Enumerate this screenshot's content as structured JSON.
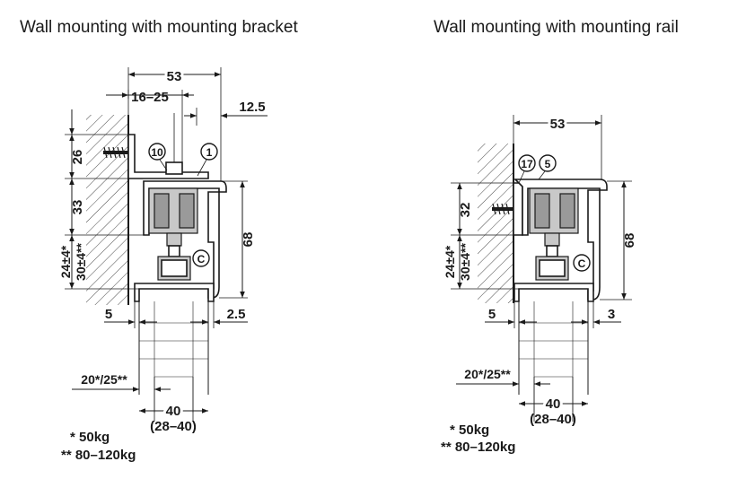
{
  "left": {
    "title": "Wall mounting with mounting bracket",
    "dims": {
      "d53": "53",
      "d1625": "16–25",
      "d125": "12.5",
      "d26": "26",
      "d33": "33",
      "d244": "24±4*",
      "d304": "30±4**",
      "d68": "68",
      "d5": "5",
      "d25": "2.5",
      "d2025": "20*/25**",
      "d40": "40",
      "d2840": "(28–40)"
    },
    "callouts": {
      "c10": "10",
      "c1": "1",
      "cc": "C"
    },
    "notes": {
      "n1": "* 50kg",
      "n2": "** 80–120kg"
    }
  },
  "right": {
    "title": "Wall mounting with mounting rail",
    "dims": {
      "d53": "53",
      "d32": "32",
      "d244": "24±4*",
      "d304": "30±4**",
      "d68": "68",
      "d5": "5",
      "d3": "3",
      "d2025": "20*/25**",
      "d40": "40",
      "d2840": "(28–40)"
    },
    "callouts": {
      "c17": "17",
      "c5": "5",
      "cc": "C"
    },
    "notes": {
      "n1": "* 50kg",
      "n2": "** 80–120kg"
    }
  }
}
